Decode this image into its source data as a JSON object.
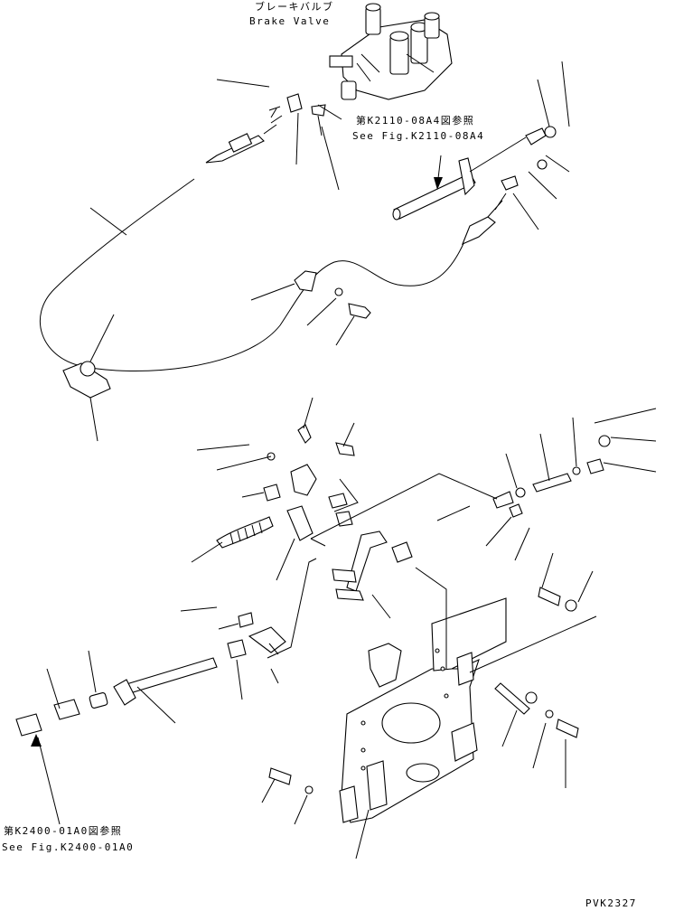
{
  "labels": {
    "brake_valve_jp": "ブレーキバルブ",
    "brake_valve_en": "Brake Valve",
    "ref1_jp": "第K2110-08A4図参照",
    "ref1_en": "See Fig.K2110-08A4",
    "ref2_jp": "第K2400-01A0図参照",
    "ref2_en": "See Fig.K2400-01A0",
    "drawing_code": "PVK2327"
  }
}
